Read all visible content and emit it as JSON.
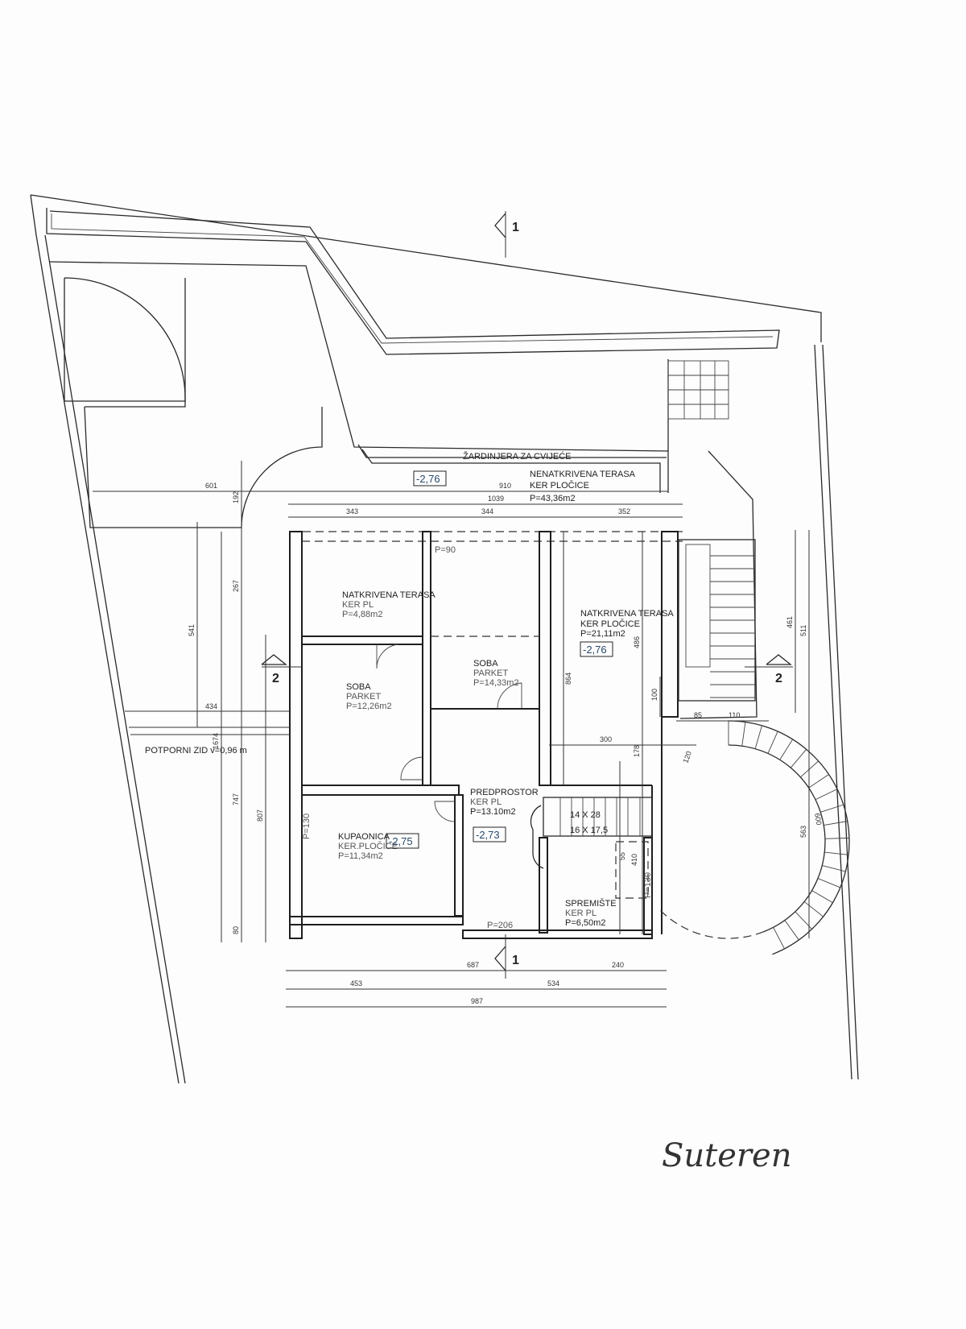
{
  "title_handwritten": "Suteren",
  "planter_label": "ŽARDINJERA ZA CVIJEĆE",
  "retaining_wall": "POTPORNI ZID v=0,96 m",
  "rooms": [
    {
      "name": "NENATKRIVENA TERASA",
      "floor": "KER PLOČICE",
      "area": "P=43,36m2"
    },
    {
      "name": "NATKRIVENA TERASA",
      "floor": "KER PL",
      "area": "P=4,88m2"
    },
    {
      "name": "SOBA",
      "floor": "PARKET",
      "area": "P=14,33m2"
    },
    {
      "name": "NATKRIVENA TERASA",
      "floor": "KER PLOČICE",
      "area": "P=21,11m2"
    },
    {
      "name": "SOBA",
      "floor": "PARKET",
      "area": "P=12,26m2"
    },
    {
      "name": "PREDPROSTOR",
      "floor": "KER PL",
      "area": "P=13.10m2"
    },
    {
      "name": "KUPAONICA",
      "floor": "KER.PLOČICE",
      "area": "P=11,34m2"
    },
    {
      "name": "SPREMIŠTE",
      "floor": "KER PL",
      "area": "P=6,50m2"
    }
  ],
  "levels": [
    "-2,76",
    "-2,76",
    "-2,75",
    "-2,73"
  ],
  "openings": [
    "P=90",
    "P=130",
    "P=206",
    "P=130"
  ],
  "stairs": {
    "treads": "14 X 28",
    "risers": "16 X 17,5"
  },
  "sections": [
    "1",
    "1",
    "2",
    "2"
  ],
  "dimensions": {
    "top": [
      "601",
      "910",
      "1039",
      "343",
      "344",
      "352"
    ],
    "bottom": [
      "687",
      "240",
      "453",
      "534",
      "987"
    ],
    "left": [
      "192",
      "267",
      "541",
      "434",
      "1674",
      "747",
      "807",
      "80"
    ],
    "right": [
      "461",
      "511",
      "563",
      "85",
      "110",
      "120",
      "300",
      "178",
      "100",
      "864",
      "486",
      "55",
      "410",
      "600"
    ]
  }
}
